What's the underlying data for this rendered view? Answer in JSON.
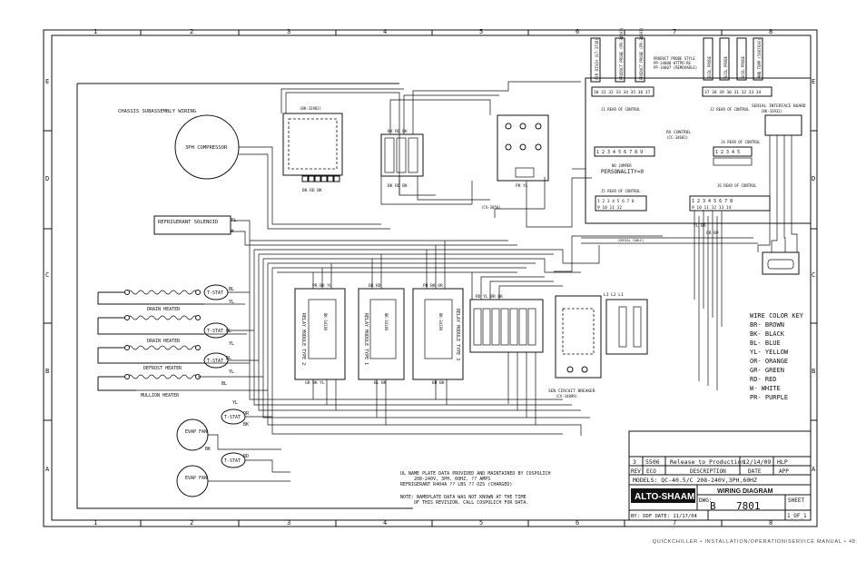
{
  "grid": {
    "columns": [
      "1",
      "2",
      "3",
      "4",
      "5",
      "6",
      "7",
      "8"
    ],
    "rows": [
      "E",
      "D",
      "C",
      "B",
      "A"
    ]
  },
  "labels": {
    "chassis": "CHASSIS SUBASSEMBLY WIRING",
    "compressor": "3PH COMPRESSOR",
    "solenoid": "REFRIGERANT SOLENOID",
    "drain_heater": "DRAIN HEATER",
    "drain_heater_2": "DRAIN HEATER",
    "defrost_heater": "DEFROST HEATER",
    "mullion_heater": "MULLION HEATER",
    "evap_fan_1": "EVAP FAN",
    "evap_fan_2": "EVAP FAN",
    "tstat": "T-STAT",
    "personality": "PERSONALITY=0",
    "no_jumper": "NO JUMPER",
    "rx_control": "RX CONTROL",
    "rx_control_part": "(CC-34682)",
    "serial_board": "SERIAL INTERFACE BOARD",
    "serial_board_part": "(BK-33932)",
    "product_probe_style": "PRODUCT PROBE STYLE",
    "probe_note_1": "PP-34000 HTTPD-RE",
    "probe_note_2": "PP-34007 (REMOVABLE)",
    "sen_circuit_breaker": "SEN CIRCUIT BREAKER",
    "breaker_part": "(CV-34099)",
    "relay_module_2": "RELAY MODULE TYPE 2",
    "relay_module_1": "RELAY MODULE TYPE 1",
    "relay_module_3": "RELAY MODULE TYPE 3",
    "j1": "J1 REAR OF CONTROL",
    "j2": "J2 REAR OF CONTROL",
    "j3": "J3 REAR OF CONTROL",
    "j4": "J4 REAR OF CONTROL",
    "j5": "J5 REAR OF CONTROL",
    "j6": "J6 REAR OF CONTROL",
    "probe_labels": [
      "SOIL PROBE",
      "SOIL PROBE",
      "SOIL PROBE",
      "AMB TEMP (5007630)"
    ],
    "top_probes": [
      "AIR DISCH (LT-3738)",
      "PRODUCT PROBE (PR-34007)",
      "PRODUCT PROBE (PR-34007)"
    ]
  },
  "notes": [
    "UL NAME PLATE DATA PROVIDED AND MAINTAINED BY COSPOLICH",
    "208-240V, 3PH, 60HZ, ?? AMPS",
    "REFRIGERANT R404A ?? LBS ?? OZS (CHARGED)",
    "NOTE: NAMEPLATE DATA WAS NOT KNOWN AT THE TIME",
    "OF THIS REVISION. CALL COSPOLICH FOR DATA."
  ],
  "color_key": {
    "title": "WIRE COLOR KEY",
    "entries": [
      "BR- BROWN",
      "BK- BLACK",
      "BL- BLUE",
      "YL- YELLOW",
      "OR- ORANGE",
      "GR- GREEN",
      "RD- RED",
      "W- WHITE",
      "PR- PURPLE"
    ]
  },
  "title_block": {
    "rev": "3",
    "eco": "5506",
    "rev_description": "Release to Production",
    "rev_date": "12/14/09",
    "rev_app": "HLP",
    "hdr_rev": "REV",
    "hdr_eco": "ECO",
    "hdr_desc": "DESCRIPTION",
    "hdr_date": "DATE",
    "hdr_app": "APP",
    "model": "MODELS: QC-40.5/C 208-240V,3PH,60HZ",
    "company": "ALTO-SHAAM",
    "drawing_title": "WIRING DIAGRAM",
    "dwg_label": "DWG:",
    "dwg_size": "B",
    "dwg_number": "7801",
    "sheet_label": "SHEET",
    "sheet": "1_OF_1",
    "by": "BY: DDF DATE: 11/17/04"
  },
  "footer": "QUICKCHILLER • INSTALLATION/OPERATION/SERVICE MANUAL • 48."
}
